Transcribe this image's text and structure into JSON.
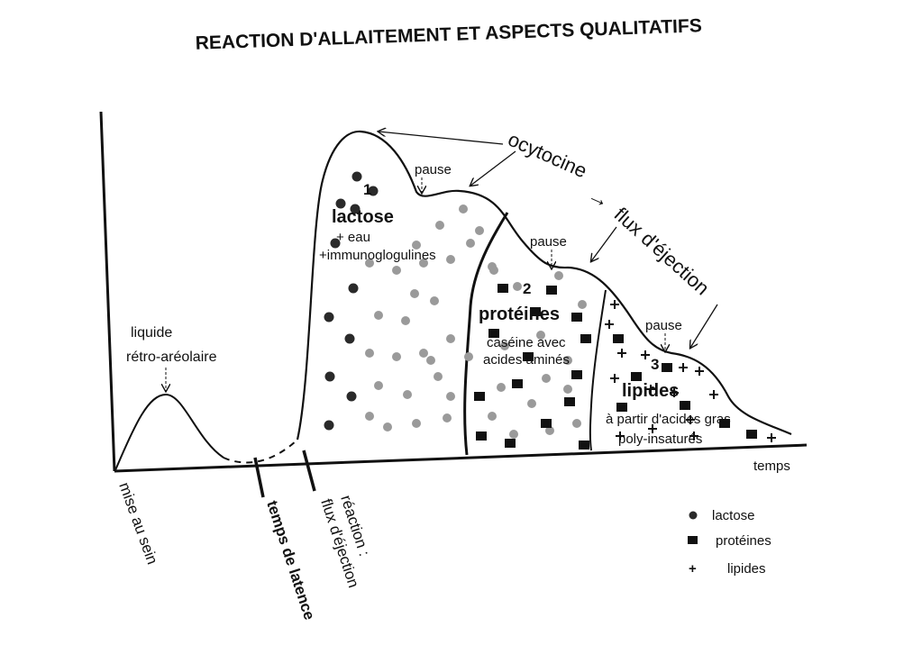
{
  "title": "REACTION D'ALLAITEMENT ET ASPECTS QUALITATIFS",
  "axis": {
    "x_label": "temps"
  },
  "phases": {
    "p1": {
      "number": "1",
      "name": "lactose",
      "line2": "+ eau",
      "line3": "+immunoglogulines"
    },
    "p2": {
      "number": "2",
      "name": "protéines",
      "line2": "caséine avec",
      "line3": "acides aminés"
    },
    "p3": {
      "number": "3",
      "name": "lipides",
      "line2": "à partir d'acides gras",
      "line3": "poly-insaturés"
    }
  },
  "pauses": [
    "pause",
    "pause",
    "pause"
  ],
  "annotations": {
    "liquide_1": "liquide",
    "liquide_2": "rétro-aréolaire",
    "ocytocine": "ocytocine",
    "arrow": "→",
    "flux": "flux d'éjection"
  },
  "bottom_labels": {
    "mise": "mise au sein",
    "latence": "temps de latence",
    "reaction_1": "réaction :",
    "reaction_2": "flux d'éjection"
  },
  "legend": [
    {
      "symbol": "dot-icon",
      "label": "lactose"
    },
    {
      "symbol": "square-icon",
      "label": "protéines"
    },
    {
      "symbol": "plus-icon",
      "label": "lipides"
    }
  ],
  "colors": {
    "ink": "#111111",
    "grey_dot": "#9a9a9a",
    "dark_dot": "#2a2a2a"
  }
}
